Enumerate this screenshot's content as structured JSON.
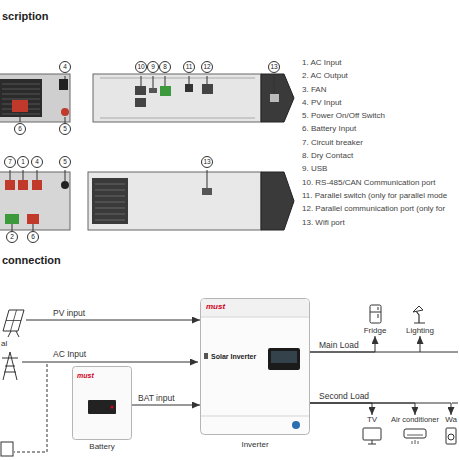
{
  "diagram": {
    "nodes": [
      {
        "text": [
          "al"
        ]
      },
      {
        "text": [
          "must",
          "Solar Inverter",
          "Inverter"
        ]
      },
      {
        "text": [
          "Fridge"
        ]
      },
      {
        "text": [
          "Lighting"
        ]
      },
      {
        "text": [
          "must",
          "Battery"
        ]
      },
      {
        "text": [
          "TV"
        ]
      },
      {
        "text": [
          "Air conditioner"
        ]
      },
      {
        "text": [
          "Wa"
        ]
      }
    ],
    "edges": [
      {
        "from": 0,
        "to": 1,
        "arrow": "to",
        "label": "PV input"
      },
      {
        "from": 1,
        "to": 2,
        "arrow": "to",
        "label": "Main Load"
      },
      {
        "from": 1,
        "to": 3,
        "arrow": "to"
      },
      {
        "from": 4,
        "to": 1,
        "arrow": "to",
        "label": "BAT input"
      },
      {
        "from": 1,
        "to": 5,
        "arrow": "to",
        "label": "Second Load"
      },
      {
        "from": 1,
        "to": 6,
        "arrow": "to"
      },
      {
        "from": 1,
        "to": 7,
        "arrow": "to"
      }
    ],
    "labels": [
      "scription",
      "1. AC Input",
      "2. AC Output",
      "3. FAN",
      "4. PV Input",
      "5. Power On/Off Switch",
      "6. Battery Input",
      "7. Circuit breaker",
      "8. Dry Contact",
      "9. USB",
      "10. RS-485/CAN Communication port",
      "11. Parallel switch (only for parallel mode",
      "12. Parallel communication port (only for",
      "13. Wifi port",
      "4",
      "6",
      "5",
      "10",
      "9",
      "8",
      "11",
      "12",
      "13",
      "7",
      "1",
      "4",
      "5",
      "2",
      "6",
      "13",
      "connection",
      "AC Input"
    ]
  }
}
